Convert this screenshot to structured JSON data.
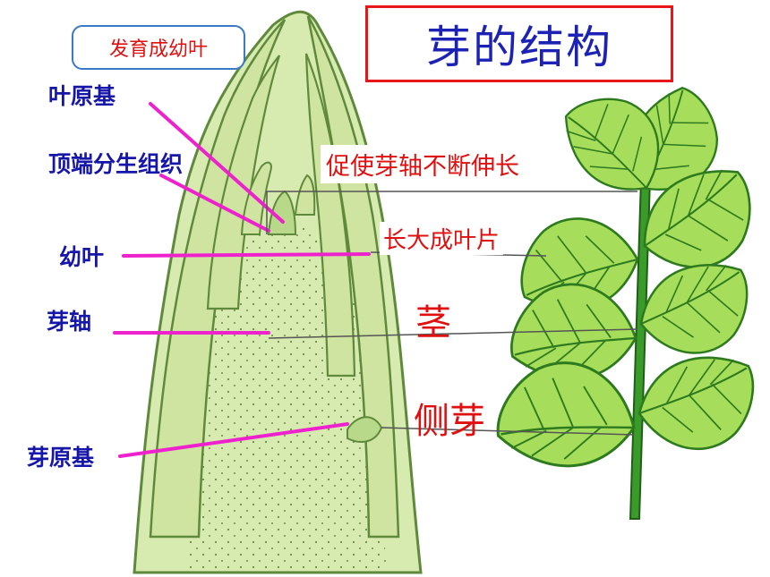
{
  "title": "芽的结构",
  "callout": "发育成幼叶",
  "labels": {
    "leaf_primordium": "叶原基",
    "apical_meristem": "顶端分生组织",
    "young_leaf": "幼叶",
    "bud_axis": "芽轴",
    "bud_primordium": "芽原基"
  },
  "results": {
    "elongate": "促使芽轴不断伸长",
    "leaf_blade": "长大成叶片",
    "stem": "茎",
    "lateral_bud": "侧芽"
  },
  "colors": {
    "title_border": "#e8161b",
    "title_text": "#1c22b4",
    "label_blue": "#1616a8",
    "result_red": "#e01010",
    "pointer_magenta": "#ee22cc",
    "bud_fill": "#d7eab0",
    "leaf_fill": "#a6dd5a",
    "stem": "#3a9a2a"
  }
}
